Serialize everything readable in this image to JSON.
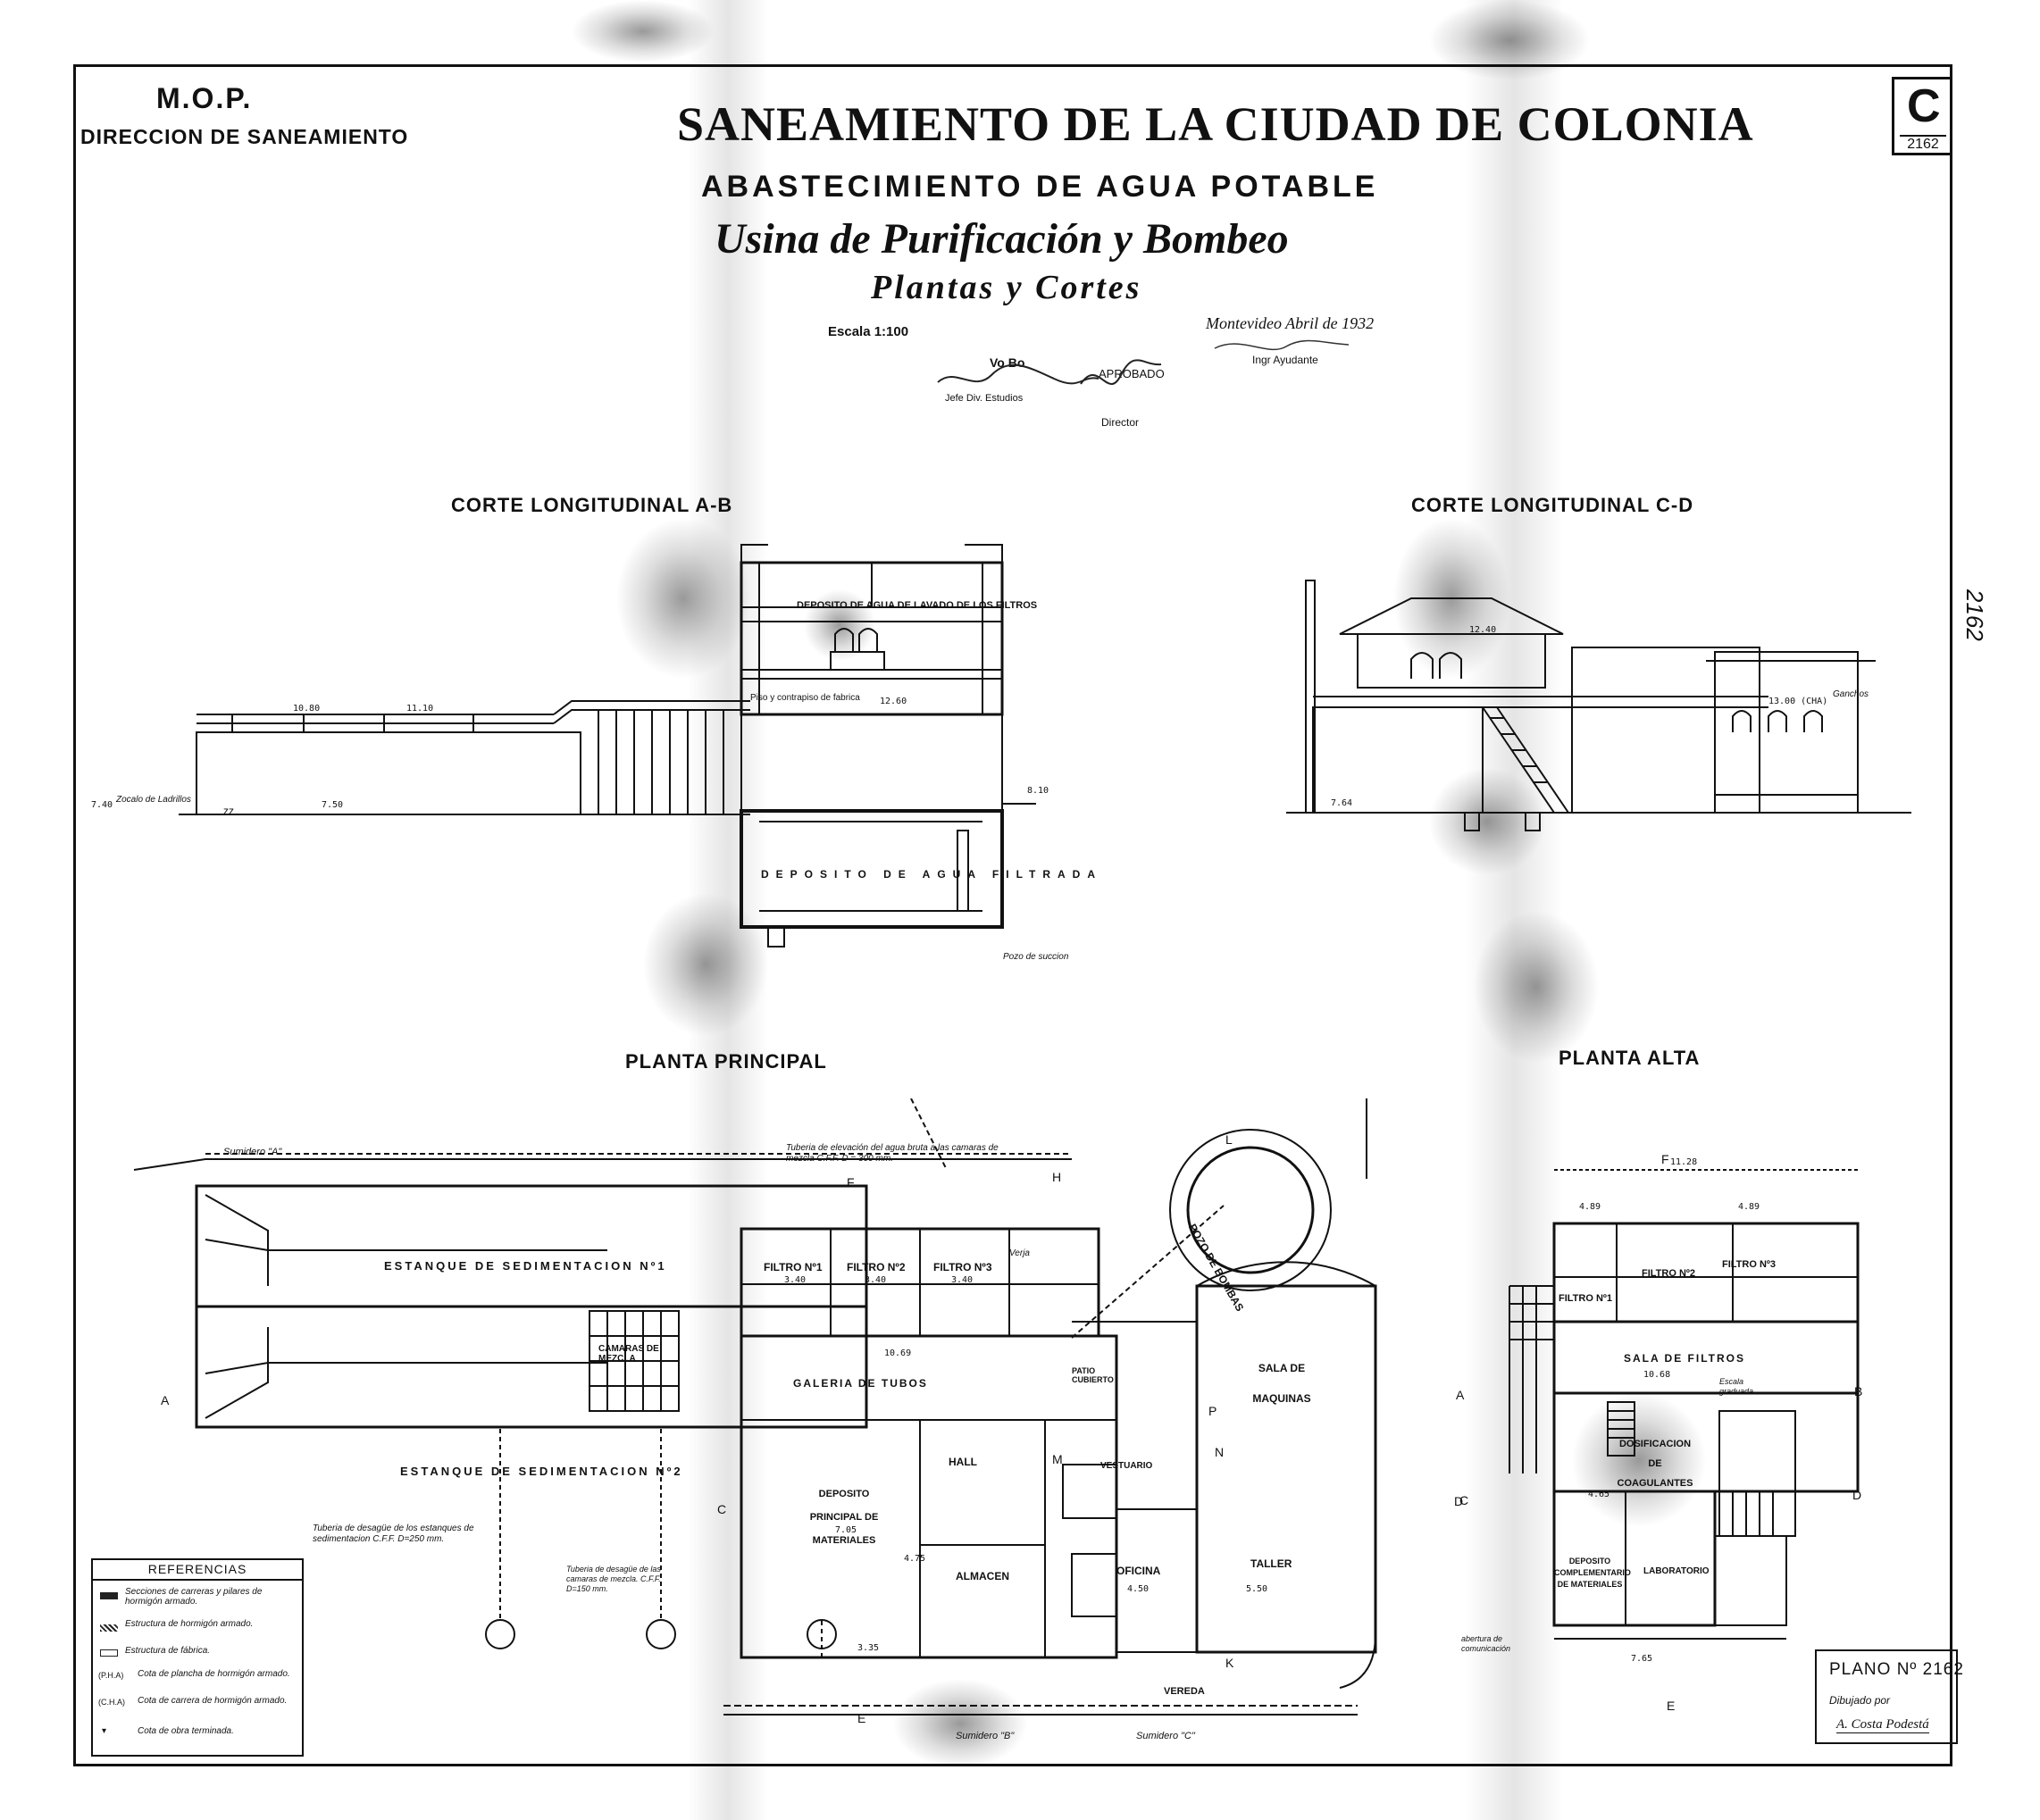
{
  "header": {
    "org": "M.O.P.",
    "department": "DIRECCION DE SANEAMIENTO",
    "title": "SANEAMIENTO DE LA CIUDAD DE COLONIA",
    "subtitle": "ABASTECIMIENTO DE AGUA POTABLE",
    "project": "Usina de Purificación y Bombeo",
    "sheet_type": "Plantas y Cortes",
    "scale": "Escala 1:100",
    "place_date": "Montevideo Abril de 1932",
    "ing_role": "Ingr Ayudante",
    "vb": "Vo Bo",
    "jefe_role": "Jefe Div. Estudios",
    "aprobado": "APROBADO",
    "director_role": "Director"
  },
  "sheet_code": {
    "letter": "C",
    "number": "2162"
  },
  "margin_note": "2162",
  "sections": {
    "corte_ab": "CORTE LONGITUDINAL A-B",
    "corte_cd": "CORTE LONGITUDINAL C-D",
    "planta_principal": "PLANTA PRINCIPAL",
    "planta_alta": "PLANTA ALTA"
  },
  "corte_ab_labels": {
    "deposito_lavado": "DEPOSITO DE AGUA DE LAVADO DE LOS FILTROS",
    "deposito_filtrada": "DEPOSITO DE AGUA FILTRADA",
    "piso": "Piso y contrapiso de fabrica",
    "zocalo": "Zocalo de Ladrillos",
    "pozo": "Pozo de succion",
    "level_1": "10.80",
    "level_2": "11.10",
    "level_3": "12.60",
    "level_4": "7.50",
    "level_5": "8.10",
    "level_6": "7.40"
  },
  "corte_cd_labels": {
    "level_1": "12.40",
    "level_2": "13.00 (CHA)",
    "level_3": "7.64",
    "ganchos": "Ganchos"
  },
  "planta_principal_rooms": {
    "estanque_1": "ESTANQUE DE SEDIMENTACION Nº1",
    "estanque_2": "ESTANQUE DE SEDIMENTACION Nº2",
    "camaras": "CAMARAS DE MEZCLA",
    "filtro_1": "FILTRO Nº1",
    "filtro_2": "FILTRO Nº2",
    "filtro_3": "FILTRO Nº3",
    "galeria": "GALERIA DE TUBOS",
    "deposito_materiales": "DEPOSITO PRINCIPAL DE MATERIALES",
    "hall": "HALL",
    "almacen": "ALMACEN",
    "vestuario": "VESTUARIO",
    "oficina": "OFICINA",
    "taller": "TALLER",
    "sala_maquinas": "SALA DE MAQUINAS",
    "pozo_bombas": "POZO DE BOMBAS",
    "patio": "PATIO CUBIERTO",
    "vereda": "VEREDA",
    "sumidero_a": "Sumidero \"A\"",
    "sumidero_b": "Sumidero \"B\"",
    "sumidero_c": "Sumidero \"C\"",
    "tuberia_elev": "Tuberia de elevación del agua bruta a las camaras de mezcla C.F.F. D = 300 mm.",
    "tuberia_desague": "Tuberia de desagüe de los estanques de sedimentacion C.F.F. D=250 mm.",
    "tuberia_desague_2": "Tuberia de desagüe de las camaras de mezcla. C.F.F. D=150 mm.",
    "verja": "Verja",
    "dim_1": "3.40",
    "dim_2": "3.40",
    "dim_3": "3.40",
    "dim_4": "10.69",
    "dim_5": "4.50",
    "dim_6": "5.50",
    "dim_7": "7.05",
    "dim_8": "3.35",
    "dim_9": "4.75"
  },
  "planta_alta_rooms": {
    "filtro_1": "FILTRO Nº1",
    "filtro_2": "FILTRO Nº2",
    "filtro_3": "FILTRO Nº3",
    "sala_filtros": "SALA DE FILTROS",
    "dosificacion": "DOSIFICACION DE COAGULANTES",
    "deposito_comp": "DEPOSITO COMPLEMENTARIO DE MATERIALES",
    "laboratorio": "LABORATORIO",
    "escala_graduada": "Escala graduada",
    "abertura": "abertura de comunicación",
    "dim_top": "11.28",
    "dim_a": "4.89",
    "dim_b": "4.89",
    "dim_c": "10.68",
    "dim_d": "7.65",
    "dim_e": "4.65"
  },
  "cut_marks": {
    "a": "A",
    "b": "B",
    "c": "C",
    "d": "D",
    "e": "E",
    "f": "F",
    "h": "H",
    "k": "K",
    "l": "L",
    "m": "M",
    "n": "N",
    "p": "P"
  },
  "referencias": {
    "title": "REFERENCIAS",
    "items": [
      "Secciones de carreras y pilares de hormigón armado.",
      "Estructura de hormigón armado.",
      "Estructura de fábrica.",
      "Cota de plancha de hormigón armado.",
      "Cota de carrera de hormigón armado.",
      "Cota de obra terminada."
    ],
    "codes": [
      "(P.H.A)",
      "(C.H.A)"
    ]
  },
  "plano": {
    "label": "PLANO Nº 2162",
    "dibujado": "Dibujado por",
    "author": "A. Costa Podestá"
  }
}
